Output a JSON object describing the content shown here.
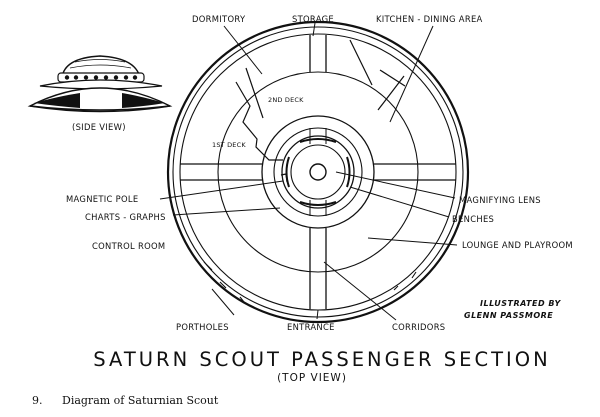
{
  "side_view": {
    "label": "(SIDE VIEW)"
  },
  "labels": {
    "dormitory": "DORMITORY",
    "storage": "STORAGE",
    "kitchen": "KITCHEN - DINING AREA",
    "deck2": "2ND DECK",
    "deck1": "1ST DECK",
    "magnetic_pole": "MAGNETIC POLE",
    "charts_graphs": "CHARTS - GRAPHS",
    "control_room": "CONTROL ROOM",
    "magnifying_lens": "MAGNIFYING LENS",
    "benches": "BENCHES",
    "lounge": "LOUNGE AND PLAYROOM",
    "portholes": "PORTHOLES",
    "entrance": "ENTRANCE",
    "corridors": "CORRIDORS"
  },
  "credit": {
    "line1": "ILLUSTRATED BY",
    "line2": "GLENN PASSMORE"
  },
  "title": "SATURN SCOUT PASSENGER SECTION",
  "subtitle": "(TOP VIEW)",
  "caption": {
    "number": "9.",
    "text": "Diagram of Saturnian Scout"
  }
}
